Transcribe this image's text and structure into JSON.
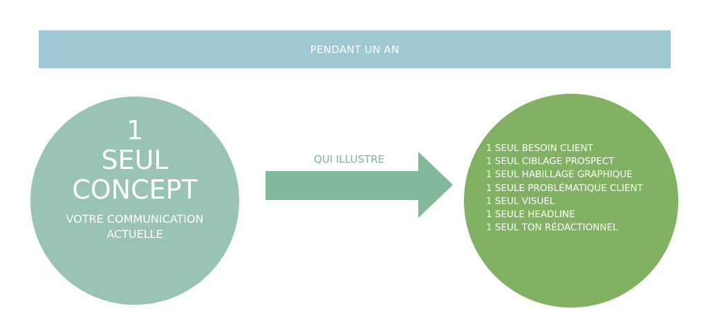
{
  "banner": {
    "label": "PENDANT UN AN"
  },
  "left_circle": {
    "line1": "1",
    "line2": "SEUL",
    "line3": "CONCEPT",
    "sub1": "VOTRE COMMUNICATION",
    "sub2": "ACTUELLE"
  },
  "arrow": {
    "label": "QUI ILLUSTRE"
  },
  "right_circle": {
    "items": [
      "1 SEUL BESOIN CLIENT",
      "1 SEUL CIBLAGE PROSPECT",
      "1 SEUL HABILLAGE GRAPHIQUE",
      "1 SEULE PROBLÉMATIQUE CLIENT",
      "1 SEUL VISUEL",
      "1 SEULE HEADLINE",
      "1 SEUL TON RÉDACTIONNEL"
    ]
  },
  "colors": {
    "banner": "#9dc8d4",
    "left": "#99c3b4",
    "arrow": "#82b99a",
    "right": "#81b162"
  }
}
